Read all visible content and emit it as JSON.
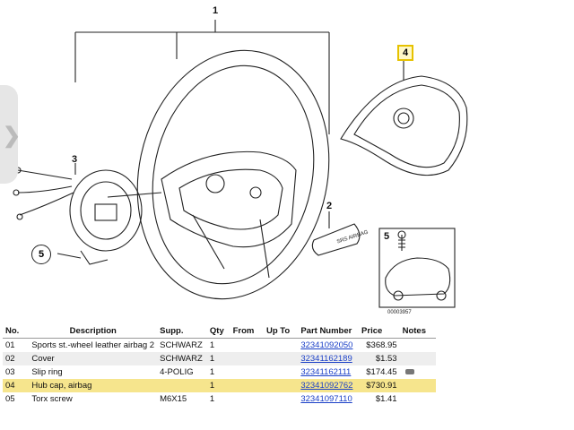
{
  "diagram": {
    "callouts": {
      "c1": "1",
      "c2": "2",
      "c3": "3",
      "c4": "4",
      "c5_left": "5",
      "c5_inset": "5"
    },
    "hub_cap_text": "SRS AIRBAG",
    "image_id": "00003957"
  },
  "table": {
    "headers": {
      "no": "No.",
      "description": "Description",
      "supp": "Supp.",
      "qty": "Qty",
      "from": "From",
      "up_to": "Up To",
      "part_number": "Part Number",
      "price": "Price",
      "notes": "Notes"
    },
    "rows": [
      {
        "no": "01",
        "description": "Sports st.-wheel leather airbag 2",
        "supp": "SCHWARZ",
        "qty": "1",
        "from": "",
        "up_to": "",
        "part_number": "32341092050",
        "price": "$368.95",
        "notes": ""
      },
      {
        "no": "02",
        "description": "Cover",
        "supp": "SCHWARZ",
        "qty": "1",
        "from": "",
        "up_to": "",
        "part_number": "32341162189",
        "price": "$1.53",
        "notes": ""
      },
      {
        "no": "03",
        "description": "Slip ring",
        "supp": "4-POLIG",
        "qty": "1",
        "from": "",
        "up_to": "",
        "part_number": "32341162111",
        "price": "$174.45",
        "notes": "camera-icon"
      },
      {
        "no": "04",
        "description": "Hub cap, airbag",
        "supp": "",
        "qty": "1",
        "from": "",
        "up_to": "",
        "part_number": "32341092762",
        "price": "$730.91",
        "notes": ""
      },
      {
        "no": "05",
        "description": "Torx screw",
        "supp": "M6X15",
        "qty": "1",
        "from": "",
        "up_to": "",
        "part_number": "32341097110",
        "price": "$1.41",
        "notes": ""
      }
    ]
  },
  "colors": {
    "highlight_row": "#f6e58d",
    "alt_row": "#eeeeee",
    "link": "#1a3fc7",
    "callout_box": "#e6c200"
  }
}
